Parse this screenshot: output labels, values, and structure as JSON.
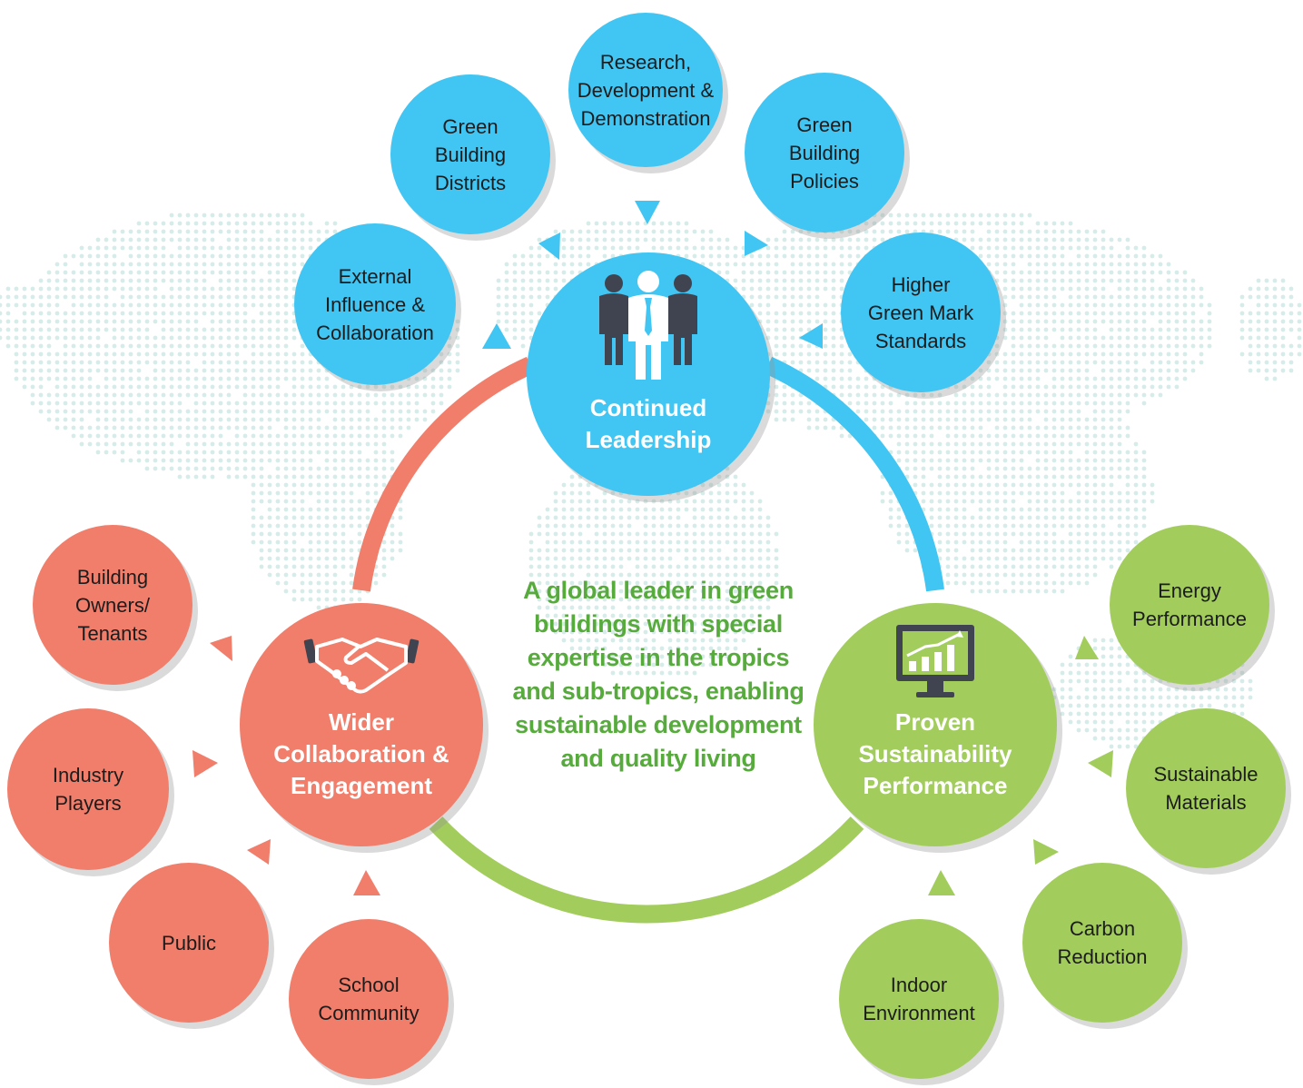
{
  "colors": {
    "leadership": "#41c5f2",
    "collaboration": "#f17d6b",
    "sustainability": "#a2cd5c",
    "mission_text": "#57aa3c",
    "map_dots": "#d6ece9"
  },
  "hubs": {
    "leadership": {
      "label": "Continued\nLeadership",
      "icon": "business-team-icon"
    },
    "collaboration": {
      "label": "Wider\nCollaboration &\nEngagement",
      "icon": "handshake-icon"
    },
    "sustainability": {
      "label": "Proven\nSustainability\nPerformance",
      "icon": "monitor-bar-chart-icon"
    }
  },
  "mission": "A global leader in green\nbuildings with special\nexpertise in the tropics\nand sub-tropics, enabling\nsustainable development\nand quality living",
  "leadership_items": [
    "Research,\nDevelopment &\nDemonstration",
    "Green\nBuilding\nDistricts",
    "Green\nBuilding\nPolicies",
    "External\nInfluence &\nCollaboration",
    "Higher\nGreen Mark\nStandards"
  ],
  "collaboration_items": [
    "Building\nOwners/\nTenants",
    "Industry\nPlayers",
    "Public",
    "School\nCommunity"
  ],
  "sustainability_items": [
    "Energy\nPerformance",
    "Sustainable\nMaterials",
    "Carbon\nReduction",
    "Indoor\nEnvironment"
  ]
}
